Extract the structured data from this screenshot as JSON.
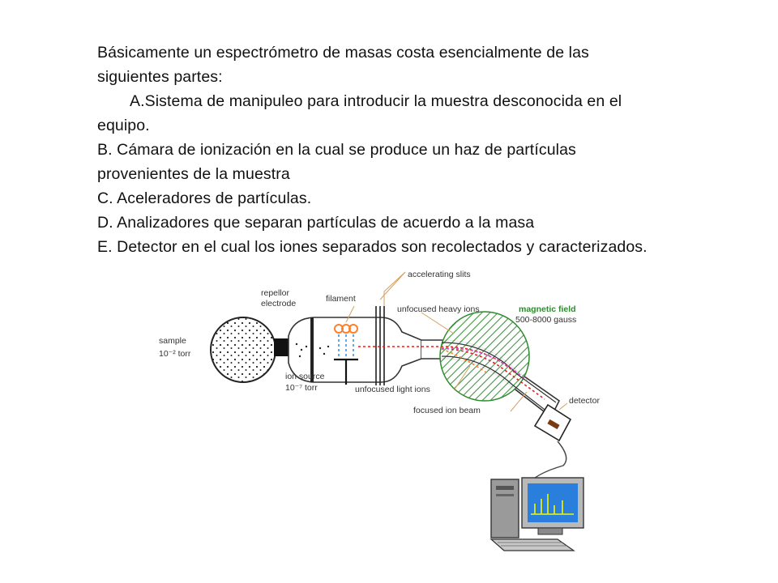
{
  "text": {
    "intro": "Básicamente un espectrómetro de masas costa esencialmente de las siguientes partes:",
    "item_a": "A.Sistema de manipuleo para introducir la muestra desconocida en el equipo.",
    "item_b": "B. Cámara de ionización en la cual se produce  un haz de  partículas provenientes de la muestra",
    "item_c": "C. Aceleradores de partículas.",
    "item_d": "D. Analizadores que separan partículas de acuerdo a la masa",
    "item_e": "E. Detector en el cual los iones separados son recolectados y caracterizados."
  },
  "diagram": {
    "labels": {
      "sample": "sample",
      "sample_pressure": "10⁻² torr",
      "repellor": "repellor",
      "electrode": "electrode",
      "filament": "filament",
      "accelerating_slits": "accelerating slits",
      "unfocused_heavy_ions": "unfocused heavy ions",
      "magnetic_field": "magnetic field",
      "gauss": "500-8000 gauss",
      "ion_source": "ion source",
      "ion_source_pressure": "10⁻⁷ torr",
      "unfocused_light_ions": "unfocused light ions",
      "focused_ion_beam": "focused ion beam",
      "detector": "detector"
    },
    "colors": {
      "magnetic_field": "#2e8b2e",
      "filament": "#ff7f27",
      "light_beam": "#1e90ff",
      "ion_beam": "#e02020",
      "monitor_screen": "#2a7fdc",
      "spectrum": "#f5f500"
    }
  }
}
